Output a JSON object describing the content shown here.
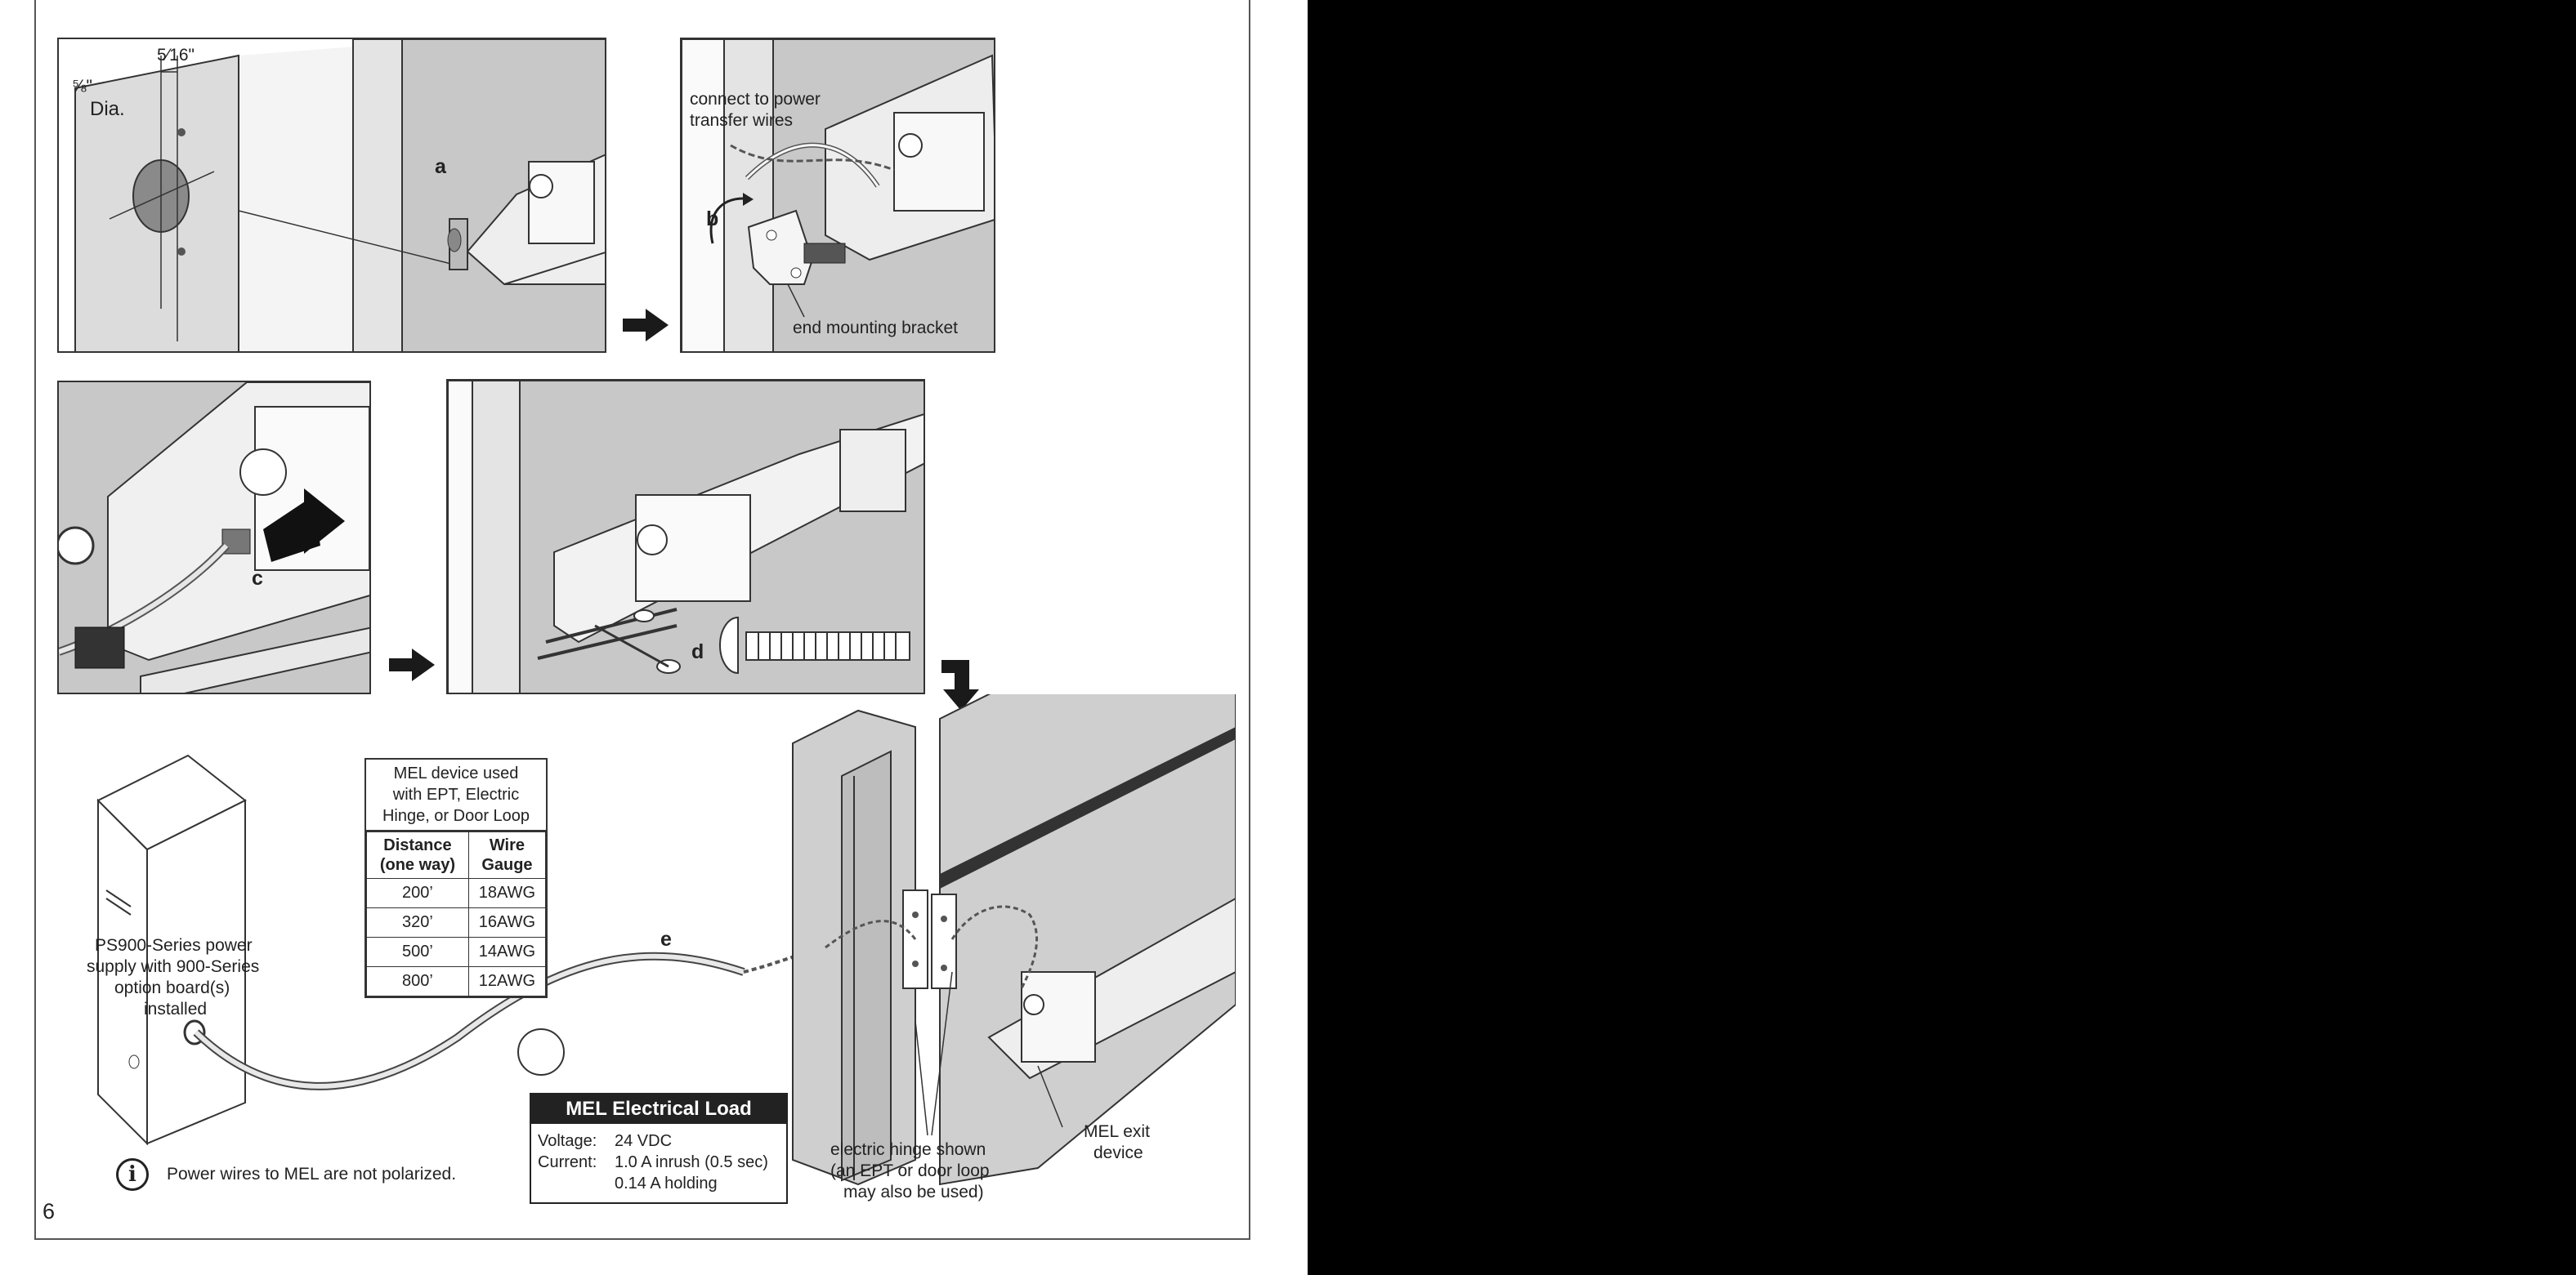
{
  "dimensions": {
    "hole_diameter": "⅝\"",
    "hole_dia_label": "Dia.",
    "offset": "5⁄16\""
  },
  "steps": {
    "a": "a",
    "b": "b",
    "c": "c",
    "d": "d",
    "e": "e"
  },
  "callouts": {
    "connect_wires_line1": "connect to power",
    "connect_wires_line2": "transfer wires",
    "end_bracket": "end mounting bracket",
    "power_supply_line1": "PS900-Series power",
    "power_supply_line2": "supply with 900-Series",
    "power_supply_line3": "option board(s)",
    "power_supply_line4": "installed",
    "hinge_line1": "electric hinge shown",
    "hinge_line2": "(an EPT or door loop",
    "hinge_line3": "may also be used)",
    "mel_line1": "MEL exit",
    "mel_line2": "device"
  },
  "wire_table": {
    "caption_line1": "MEL device used",
    "caption_line2": "with EPT, Electric",
    "caption_line3": "Hinge, or Door Loop",
    "col1_line1": "Distance",
    "col1_line2": "(one way)",
    "col2_line1": "Wire",
    "col2_line2": "Gauge",
    "rows": [
      {
        "distance": "200’",
        "gauge": "18AWG"
      },
      {
        "distance": "320’",
        "gauge": "16AWG"
      },
      {
        "distance": "500’",
        "gauge": "14AWG"
      },
      {
        "distance": "800’",
        "gauge": "12AWG"
      }
    ]
  },
  "electrical_load": {
    "title": "MEL Electrical Load",
    "voltage_label": "Voltage:",
    "voltage_value": "24 VDC",
    "current_label": "Current:",
    "current_value1": "1.0 A inrush (0.5 sec)",
    "current_value2": "0.14 A holding"
  },
  "note": {
    "icon": "info-icon",
    "text": "Power wires to MEL are not polarized."
  },
  "page_number": "6",
  "colors": {
    "panel_gray": "#c8c8c8",
    "dark_gray": "#8a8a8a",
    "line": "#333333",
    "arrow": "#1a1a1a",
    "band": "#000000"
  }
}
